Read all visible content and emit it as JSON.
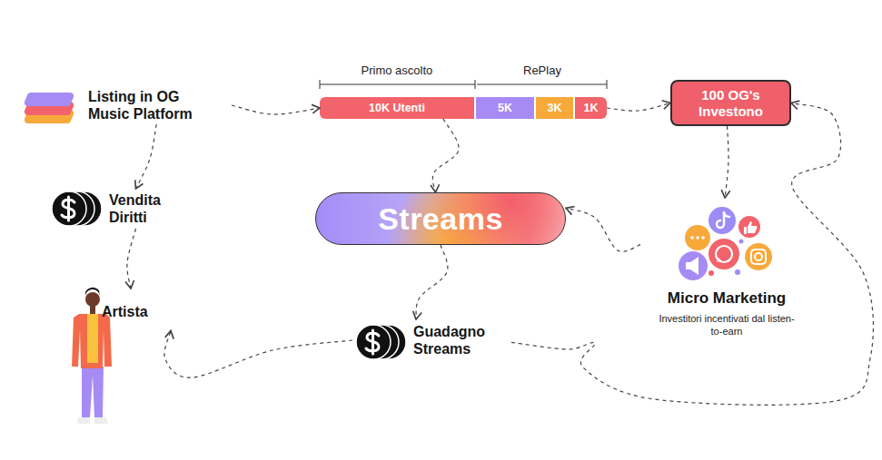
{
  "diagram": {
    "nodes": [
      {
        "text": [
          "Listing in OG Music Platform"
        ]
      },
      {
        "text": [
          "10K Utenti"
        ]
      },
      {
        "text": [
          "5K"
        ]
      },
      {
        "text": [
          "3K"
        ]
      },
      {
        "text": [
          "1K"
        ]
      },
      {
        "text": [
          "100 OG's Investono"
        ]
      },
      {
        "text": [
          "Vendita Diritti"
        ]
      },
      {
        "text": [
          "Streams"
        ]
      },
      {
        "text": [
          "Micro Marketing",
          "Investitori incentivati dal listen-to-earn"
        ]
      },
      {
        "text": [
          "Artista"
        ]
      },
      {
        "text": [
          "Guadagno Streams"
        ]
      }
    ],
    "edges": [
      {
        "from": 0,
        "to": 1,
        "arrow": "to"
      },
      {
        "from": 4,
        "to": 5,
        "arrow": "to"
      },
      {
        "from": 0,
        "to": 6,
        "arrow": "to"
      },
      {
        "from": 6,
        "to": 9,
        "arrow": "to"
      },
      {
        "from": 1,
        "to": 7,
        "arrow": "to"
      },
      {
        "from": 5,
        "to": 8,
        "arrow": "to"
      },
      {
        "from": 8,
        "to": 7,
        "arrow": "to"
      },
      {
        "from": 7,
        "to": 10,
        "arrow": "to"
      },
      {
        "from": 10,
        "to": 9,
        "arrow": "to"
      },
      {
        "from": 10,
        "to": 5,
        "arrow": "to"
      }
    ],
    "labels": [
      "Primo ascolto",
      "RePlay"
    ]
  }
}
